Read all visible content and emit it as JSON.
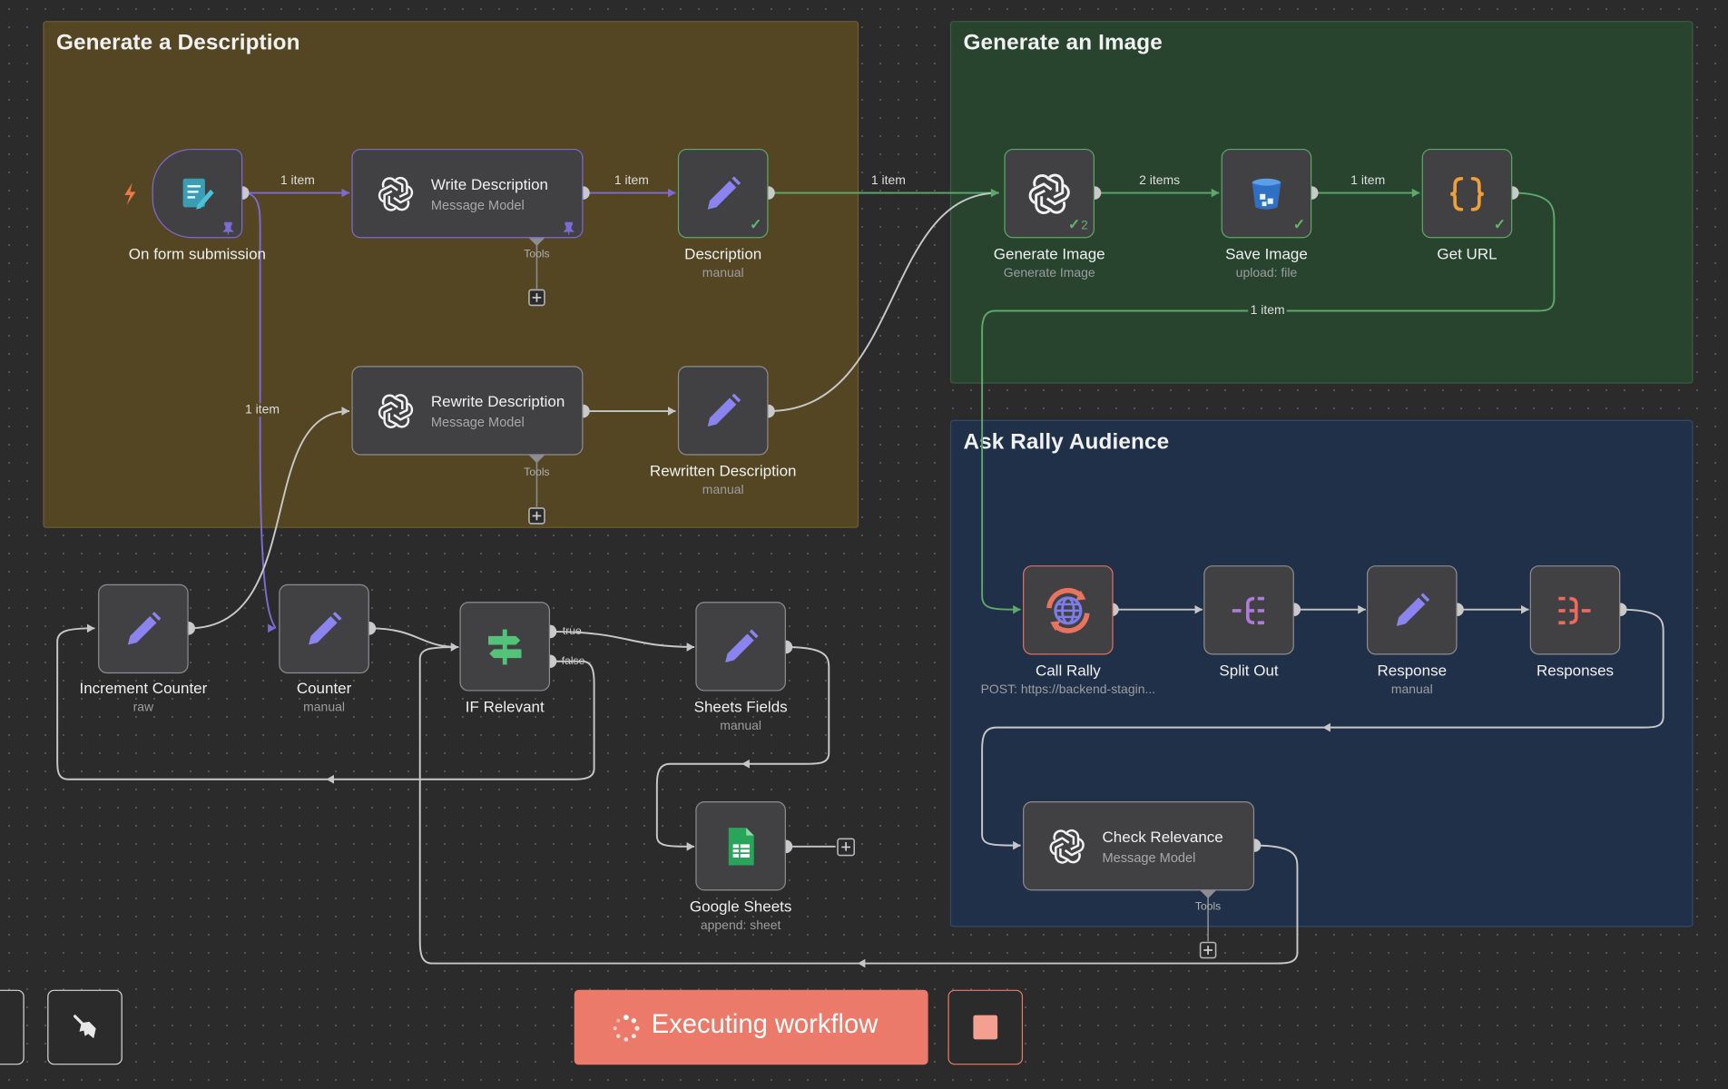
{
  "sticky_notes": [
    {
      "title": "Generate a Description",
      "color": "#544623",
      "border": "#6e5e32"
    },
    {
      "title": "Generate an Image",
      "color": "#28442f",
      "border": "#3a5e42"
    },
    {
      "title": "Ask Rally Audience",
      "color": "#203048",
      "border": "#34486a"
    }
  ],
  "nodes": {
    "form": {
      "title": "On form submission",
      "icon": "form-edit-icon"
    },
    "write": {
      "title": "Write Description",
      "subtitle": "Message Model",
      "icon": "openai-icon",
      "tools_label": "Tools"
    },
    "desc": {
      "title": "Description",
      "subtitle": "manual",
      "icon": "pencil-icon"
    },
    "rewrite": {
      "title": "Rewrite Description",
      "subtitle": "Message Model",
      "icon": "openai-icon",
      "tools_label": "Tools"
    },
    "rewritten": {
      "title": "Rewritten Description",
      "subtitle": "manual",
      "icon": "pencil-icon"
    },
    "genimg": {
      "title": "Generate Image",
      "subtitle": "Generate Image",
      "icon": "openai-icon",
      "run_count": "2"
    },
    "save": {
      "title": "Save Image",
      "subtitle": "upload: file",
      "icon": "bucket-icon"
    },
    "geturl": {
      "title": "Get URL",
      "icon": "curly-braces-icon"
    },
    "inc": {
      "title": "Increment Counter",
      "subtitle": "raw",
      "icon": "pencil-icon"
    },
    "counter": {
      "title": "Counter",
      "subtitle": "manual",
      "icon": "pencil-icon"
    },
    "if": {
      "title": "IF Relevant",
      "icon": "signpost-icon",
      "out_true": "true",
      "out_false": "false"
    },
    "sheetsf": {
      "title": "Sheets Fields",
      "subtitle": "manual",
      "icon": "pencil-icon"
    },
    "gsheets": {
      "title": "Google Sheets",
      "subtitle": "append: sheet",
      "icon": "google-sheets-icon"
    },
    "call": {
      "title": "Call Rally",
      "subtitle": "POST: https://backend-stagin...",
      "icon": "globe-icon"
    },
    "split": {
      "title": "Split Out",
      "icon": "split-out-icon"
    },
    "response": {
      "title": "Response",
      "subtitle": "manual",
      "icon": "pencil-icon"
    },
    "responses": {
      "title": "Responses",
      "icon": "aggregate-icon"
    },
    "check": {
      "title": "Check Relevance",
      "subtitle": "Message Model",
      "icon": "openai-icon",
      "tools_label": "Tools"
    }
  },
  "edge_labels": {
    "form_write": "1 item",
    "write_desc": "1 item",
    "desc_genimg": "1 item",
    "genimg_save": "2 items",
    "save_geturl": "1 item",
    "geturl_call": "1 item",
    "form_counter": "1 item"
  },
  "toolbar": {
    "execute_label": "Executing workflow",
    "execute_color": "#ec7a6a",
    "stop_icon": "stop-square-icon",
    "clear_icon": "broom-icon"
  },
  "colors": {
    "canvas": "#2b2b2c",
    "node": "#414143",
    "success_edge": "#5da86a",
    "trigger_edge": "#7b6bd3",
    "edge": "#c7c7c9"
  }
}
